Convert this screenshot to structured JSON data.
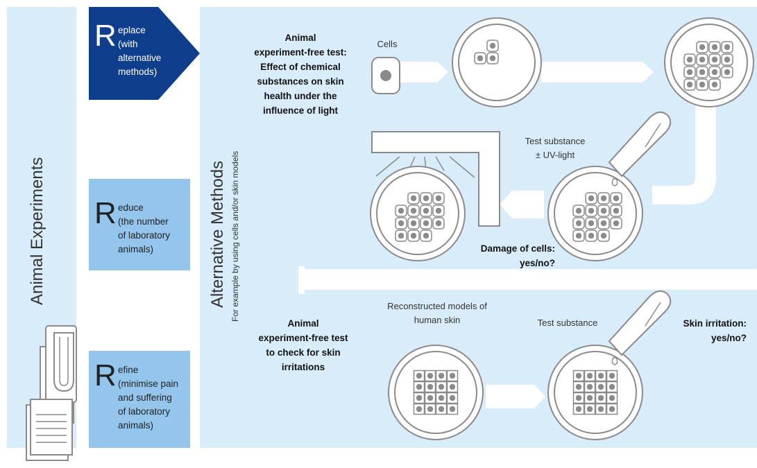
{
  "left_title": "Animal Experiments",
  "alt_title": "Alternative Methods",
  "alt_subtitle": "For example by using cells and/or skin models",
  "rs": [
    {
      "letter": "R",
      "first": "eplace",
      "rest": [
        "(with",
        "alternative",
        "methods)"
      ],
      "bg": "#0f3e8c",
      "text_color": "#ffffff"
    },
    {
      "letter": "R",
      "first": "educe",
      "rest": [
        "(the number",
        "of laboratory",
        "animals)"
      ],
      "bg": "#94c5ec",
      "text_color": "#222222"
    },
    {
      "letter": "R",
      "first": "efine",
      "rest": [
        "(minimise pain",
        "and suffering",
        "of laboratory",
        "animals)"
      ],
      "bg": "#94c5ec",
      "text_color": "#222222"
    }
  ],
  "upper": {
    "title_lines": [
      "Animal",
      "experiment-free test:",
      "Effect of chemical",
      "substances on skin",
      "health under the",
      "influence of light"
    ],
    "cells_label": "Cells",
    "test_substance_lines": [
      "Test substance",
      "± UV-light"
    ],
    "damage_lines": [
      "Damage of cells:",
      "yes/no?"
    ]
  },
  "lower": {
    "title_lines": [
      "Animal",
      "experiment-free test",
      "to check for skin",
      "irritations"
    ],
    "models_lines": [
      "Reconstructed models of",
      "human skin"
    ],
    "test_substance": "Test substance",
    "irritation_lines": [
      "Skin irritation:",
      "yes/no?"
    ]
  },
  "colors": {
    "panel": "#d8ecf9",
    "dark_blue": "#0f3e8c",
    "mid_blue": "#94c5ec",
    "line": "#8a8a8a"
  }
}
